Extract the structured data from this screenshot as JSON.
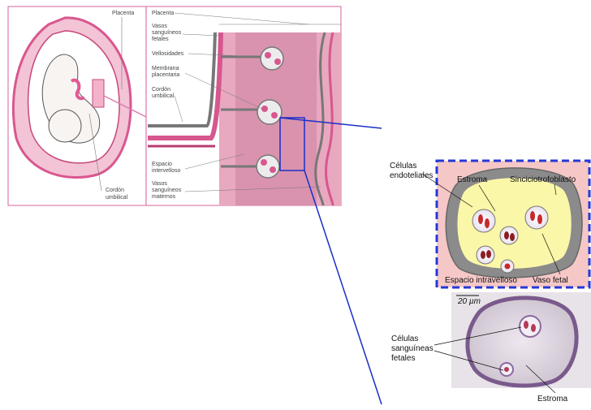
{
  "left_panel": {
    "placenta_label": "Placenta",
    "cordon_line1": "Cordón",
    "cordon_line2": "umbilical"
  },
  "middle_panel": {
    "labels": {
      "placenta": "Placenta",
      "vasos_fetales": [
        "Vasos",
        "sanguíneos",
        "fetales"
      ],
      "vellosidades": "Vellosidades",
      "membrana": [
        "Membrana",
        "placentaria"
      ],
      "cordon": [
        "Cordón",
        "umbilical"
      ],
      "espacio": [
        "Espacio",
        "intervelloso"
      ],
      "vasos_maternos": [
        "Vasos",
        "sanguíneos",
        "maternos"
      ]
    }
  },
  "zoom_panel": {
    "celulas_endoteliales": [
      "Células",
      "endoteliales"
    ],
    "estroma": "Estroma",
    "sinciciotrofoblasto": "Sinciciotrofoblasto",
    "espacio_intervelloso": "Espacio intravelloso",
    "vaso_fetal": "Vaso fetal"
  },
  "micrograph": {
    "scale": "20 µm",
    "celulas_sanguineas": [
      "Células",
      "sanguíneas",
      "fetales"
    ],
    "estroma": "Estroma"
  },
  "colors": {
    "panel_border": "#e07cb0",
    "villus_fill": "#fbf7a8",
    "zoom_bg": "#f6c7c7",
    "dashed_border": "#2438d8",
    "connector_line": "#1a2fc8"
  }
}
